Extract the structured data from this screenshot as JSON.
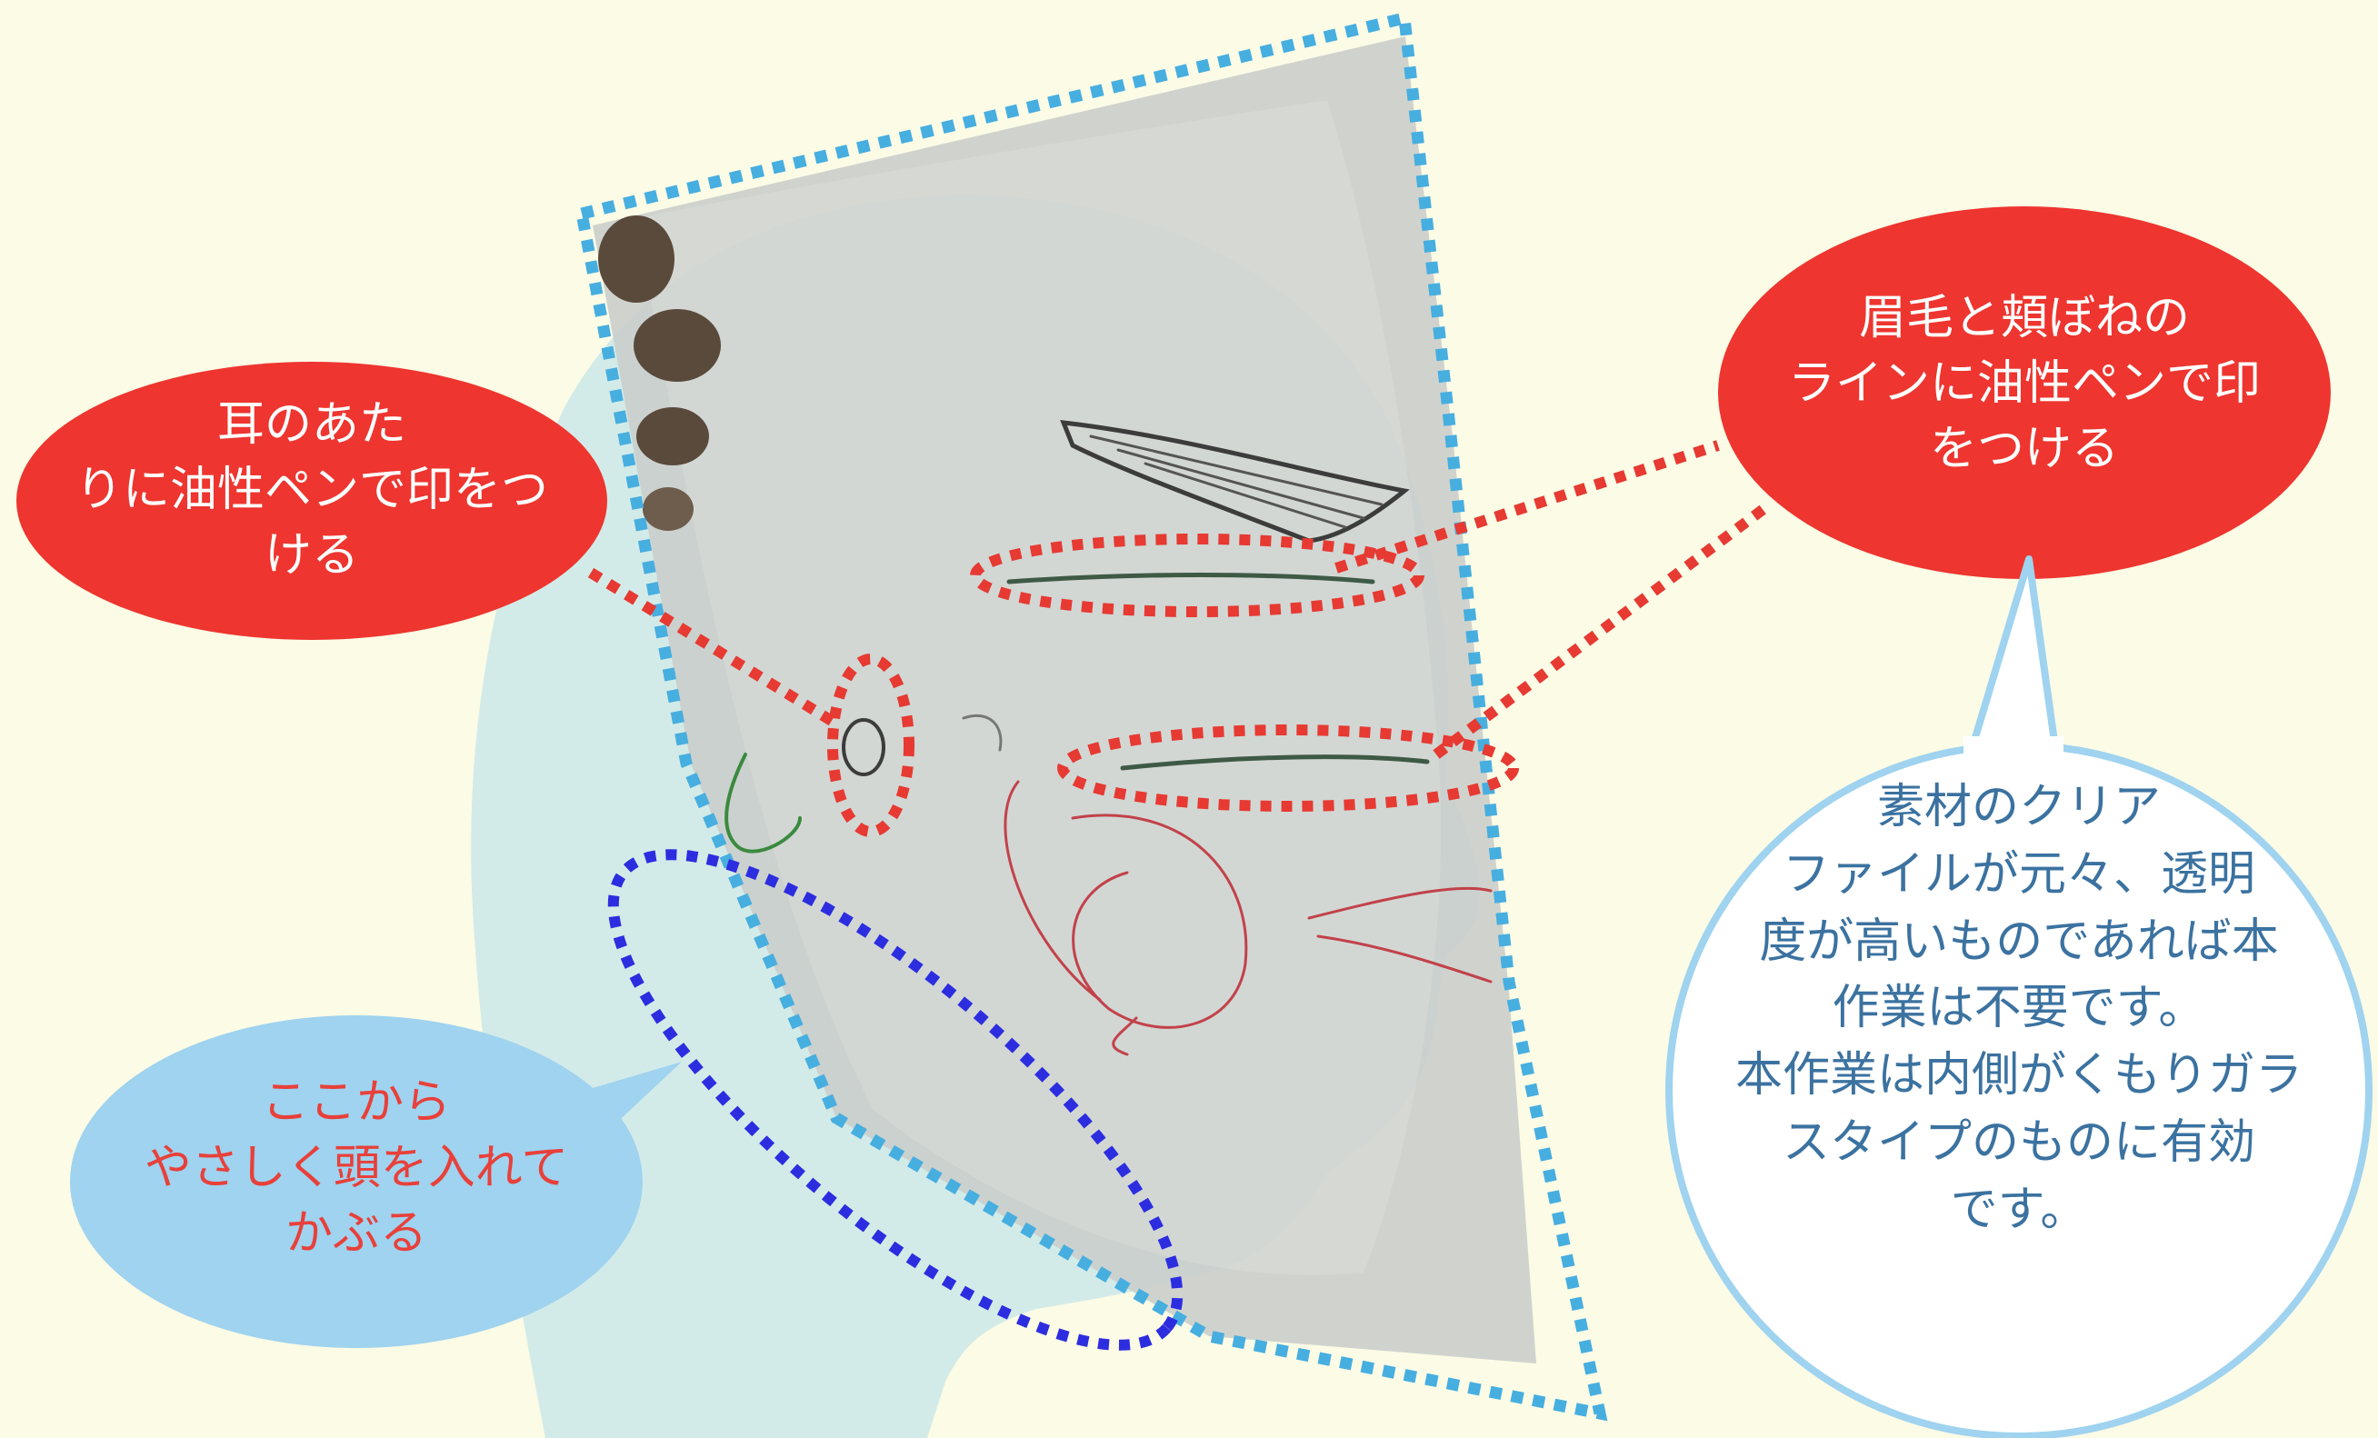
{
  "palette": {
    "background": "#fbfbe6",
    "head_silhouette": "#d3ebe8",
    "sheet": "#cfd3cf",
    "sheet_border": "#47aee0",
    "red_bubble": "#ee352f",
    "blue_bubble": "#9fd3ef",
    "white_bubble_border": "#9fd3ef",
    "red_dotted": "#e63a32",
    "blue_dotted": "#2d2de0"
  },
  "callouts": {
    "ear": {
      "lines": [
        "耳のあた",
        "りに油性ペンで印をつ",
        "ける"
      ]
    },
    "brow": {
      "lines": [
        "眉毛と頬ぼねの",
        "ラインに油性ペンで印",
        "をつける"
      ]
    },
    "put_on": {
      "lines": [
        "ここから",
        "やさしく頭を入れて",
        "かぶる"
      ]
    },
    "note": {
      "lines": [
        "素材のクリア",
        "ファイルが元々、透明",
        "度が高いものであれば本",
        "作業は不要です。",
        "本作業は内側がくもりガラ",
        "スタイプのものに有効",
        "です。"
      ]
    }
  }
}
